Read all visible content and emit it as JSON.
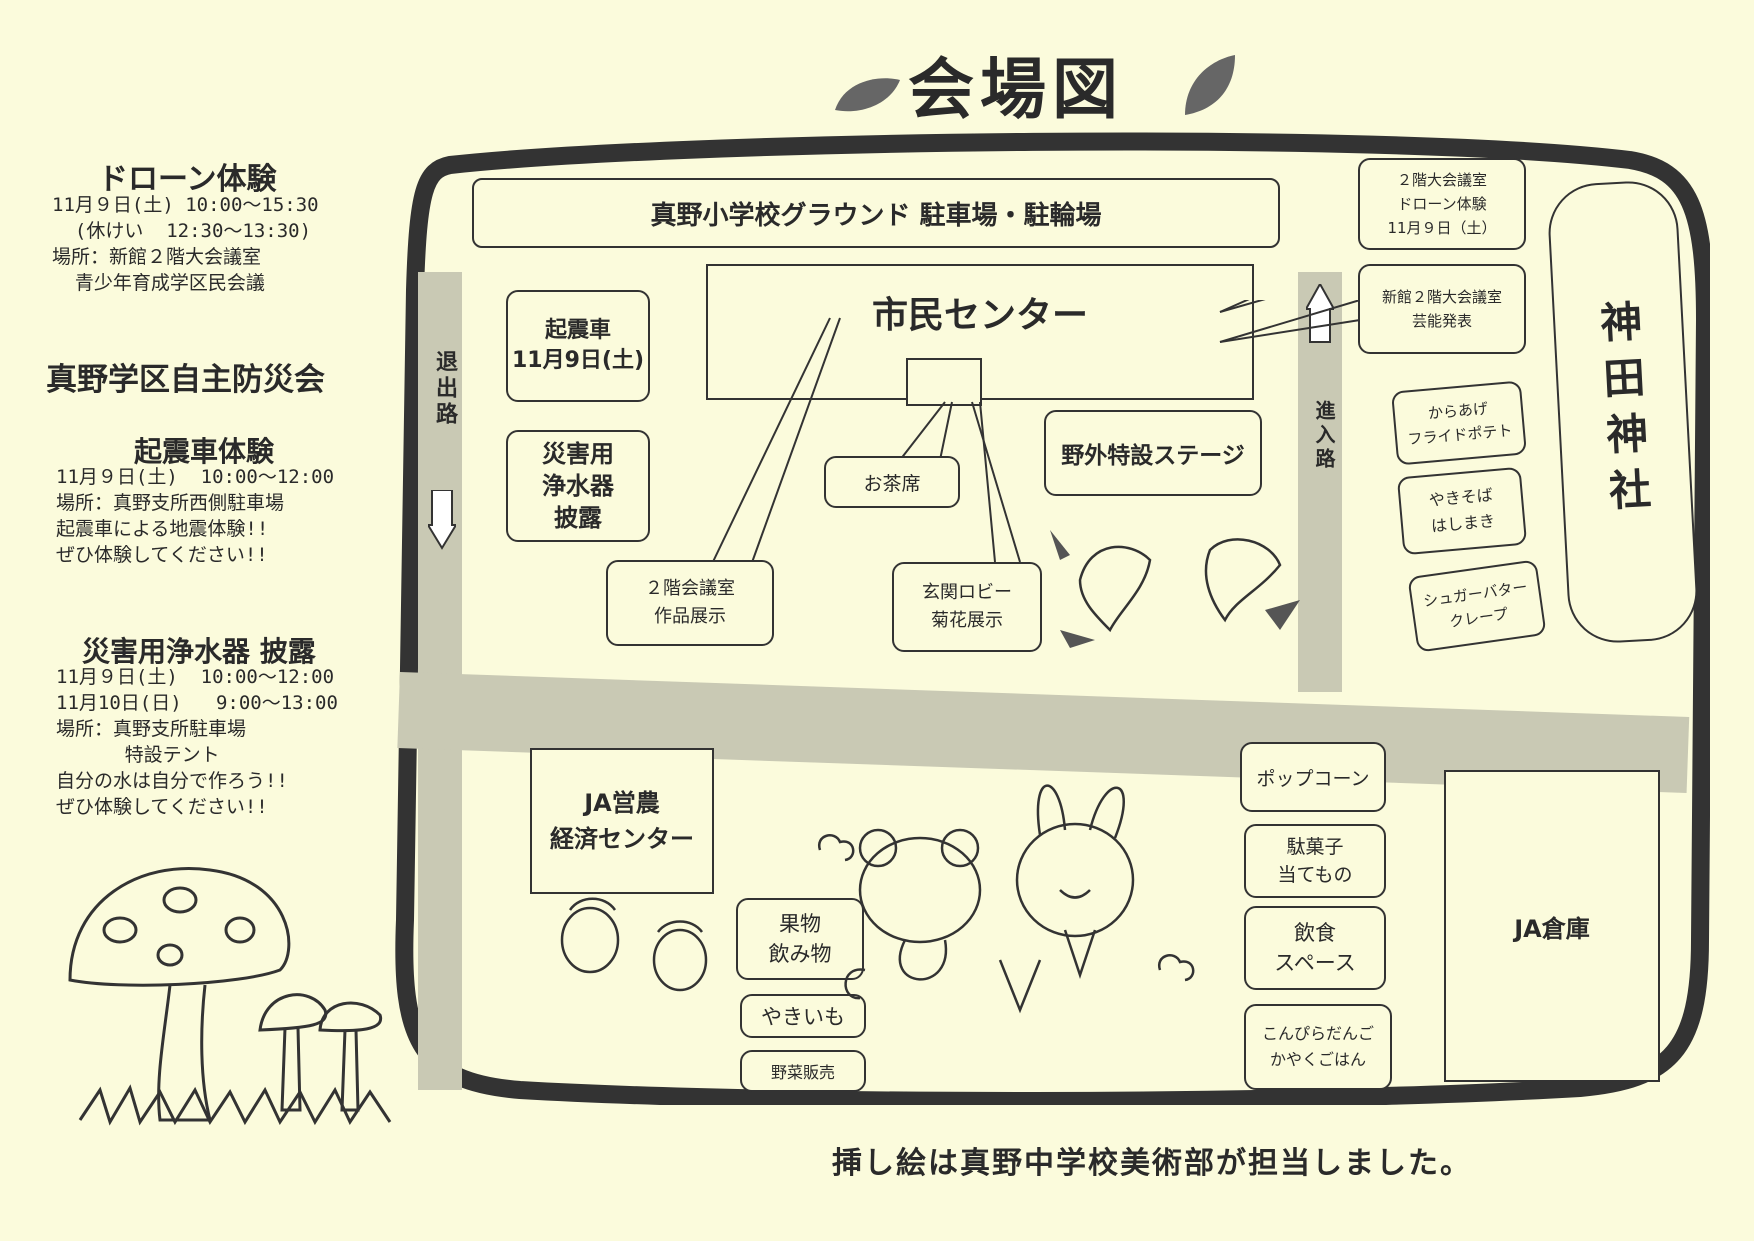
{
  "map": {
    "title": "会場図",
    "credit": "挿し絵は真野中学校美術部が担当しました。",
    "areas": {
      "ground": "真野小学校グラウンド 駐車場・駐輪場",
      "civic_center": "市民センター",
      "quake_truck": "起震車\n11月9日(土)",
      "water_purifier": "災害用\n浄水器\n披露",
      "tea": "お茶席",
      "outdoor_stage": "野外特設ステージ",
      "exhibit_2f": "２階会議室\n作品展示",
      "lobby": "玄関ロビー\n菊花展示",
      "drone_room": "２階大会議室\nドローン体験\n11月９日（土）",
      "performance": "新館２階大会議室\n芸能発表",
      "karaage": "からあげ\nフライドポテト",
      "yakisoba": "やきそば\nはしまき",
      "crepe": "シュガーバター\nクレープ",
      "shrine": "神田神社",
      "exit_road": "退出路",
      "entry_road": "進入路",
      "ja_center": "JA営農\n経済センター",
      "fruit": "果物\n飲み物",
      "sweet_potato": "やきいも",
      "vegetables": "野菜販売",
      "popcorn": "ポップコーン",
      "dagashi": "駄菓子\n当てもの",
      "food_space": "飲食\nスペース",
      "dango": "こんぴらだんご\nかやくごはん",
      "ja_warehouse": "JA倉庫"
    }
  },
  "sidebar": {
    "drone": {
      "title": "ドローン体験",
      "lines": "11月９日(土) 10:00～15:30\n  (休けい  12:30～13:30)\n場所：新館２階大会議室\n  青少年育成学区民会議"
    },
    "org": "真野学区自主防災会",
    "quake": {
      "title": "起震車体験",
      "lines": "11月９日(土)  10:00～12:00\n場所：真野支所西側駐車場\n起震車による地震体験!!\nぜひ体験してください!!"
    },
    "water": {
      "title": "災害用浄水器  披露",
      "lines": "11月９日(土)  10:00～12:00\n11月10日(日)   9:00～13:00\n場所：真野支所駐車場\n      特設テント\n自分の水は自分で作ろう!!\nぜひ体験してください!!"
    }
  }
}
